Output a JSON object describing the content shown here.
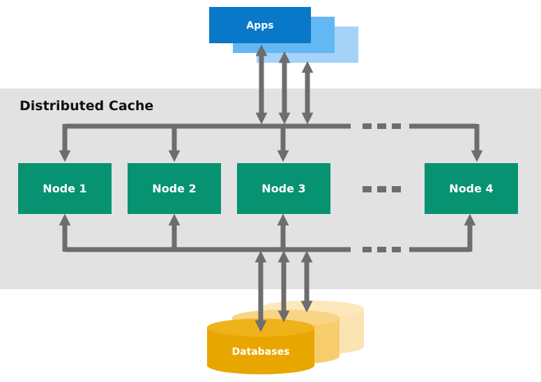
{
  "diagram": {
    "cache": {
      "title": "Distributed Cache"
    },
    "apps": {
      "label": "Apps"
    },
    "nodes": [
      {
        "label": "Node 1"
      },
      {
        "label": "Node 2"
      },
      {
        "label": "Node 3"
      },
      {
        "label": "Node 4"
      }
    ],
    "databases": {
      "label": "Databases"
    }
  },
  "colors": {
    "cache_bg": "#e2e2e2",
    "node": "#079272",
    "apps_front": "#0a78c9",
    "apps_mid": "#63b7f2",
    "apps_back": "#a6d2f7",
    "db_front": "#e8a600",
    "db_mid": "#f7cc6d",
    "db_back": "#fbe3b2",
    "arrow": "#6d6d6d"
  }
}
